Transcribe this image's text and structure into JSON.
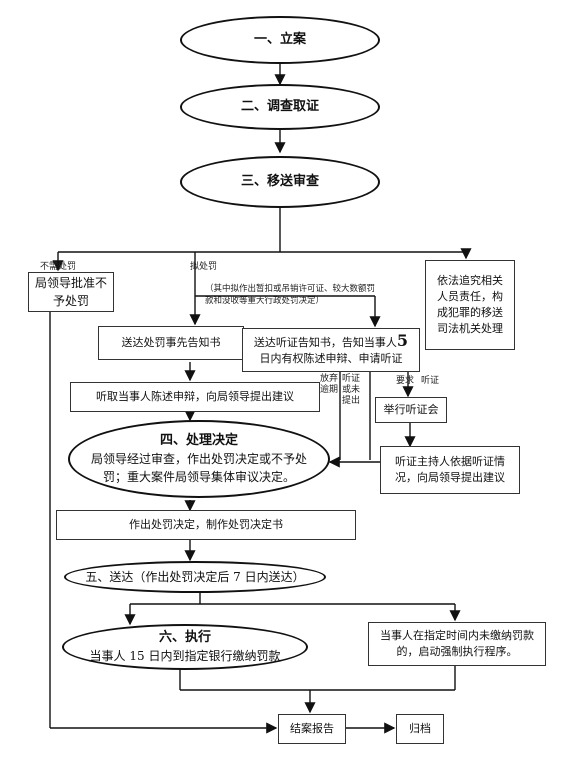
{
  "nodes": {
    "step1": "一、立案",
    "step2": "二、调查取证",
    "step3": "三、移送审查",
    "no_penalty": "局领导批准不予处罚",
    "criminal": "依法追究相关人员责任，构成犯罪的移送司法机关处理",
    "serve_notice": "送达处罚事先告知书",
    "hearing_notice_a": "送达听证告知书，告知当事人",
    "hearing_notice_num": "5",
    "hearing_notice_b": "日内有权陈述申辩、申请听证",
    "listen": "听取当事人陈述申辩，向局领导提出建议",
    "hold_hearing": "举行听证会",
    "step4_title": "四、处理决定",
    "step4_body": "局领导经过审查，作出处罚决定或不予处罚；重大案件局领导集体审议决定。",
    "hearing_host": "听证主持人依据听证情况，向局领导提出建议",
    "make_decision": "作出处罚决定，制作处罚决定书",
    "step5": "五、送达（作出处罚决定后 7 日内送达）",
    "step6_title": "六、执行",
    "step6_body": "当事人 15 日内到指定银行缴纳罚款",
    "enforce": "当事人在指定时间内未缴纳罚款的，启动强制执行程序。",
    "close_report": "结案报告",
    "archive": "归档"
  },
  "labels": {
    "no_penalty": "不需处罚",
    "proposed": "拟处罚",
    "big_case_note": "（其中拟作出暂扣或吊销许可证、较大数额罚款和没收等重大行政处罚决定）",
    "waive": "放弃逾期",
    "not_requested": "听证或未提出",
    "request": "要求",
    "hearing": "听证"
  }
}
